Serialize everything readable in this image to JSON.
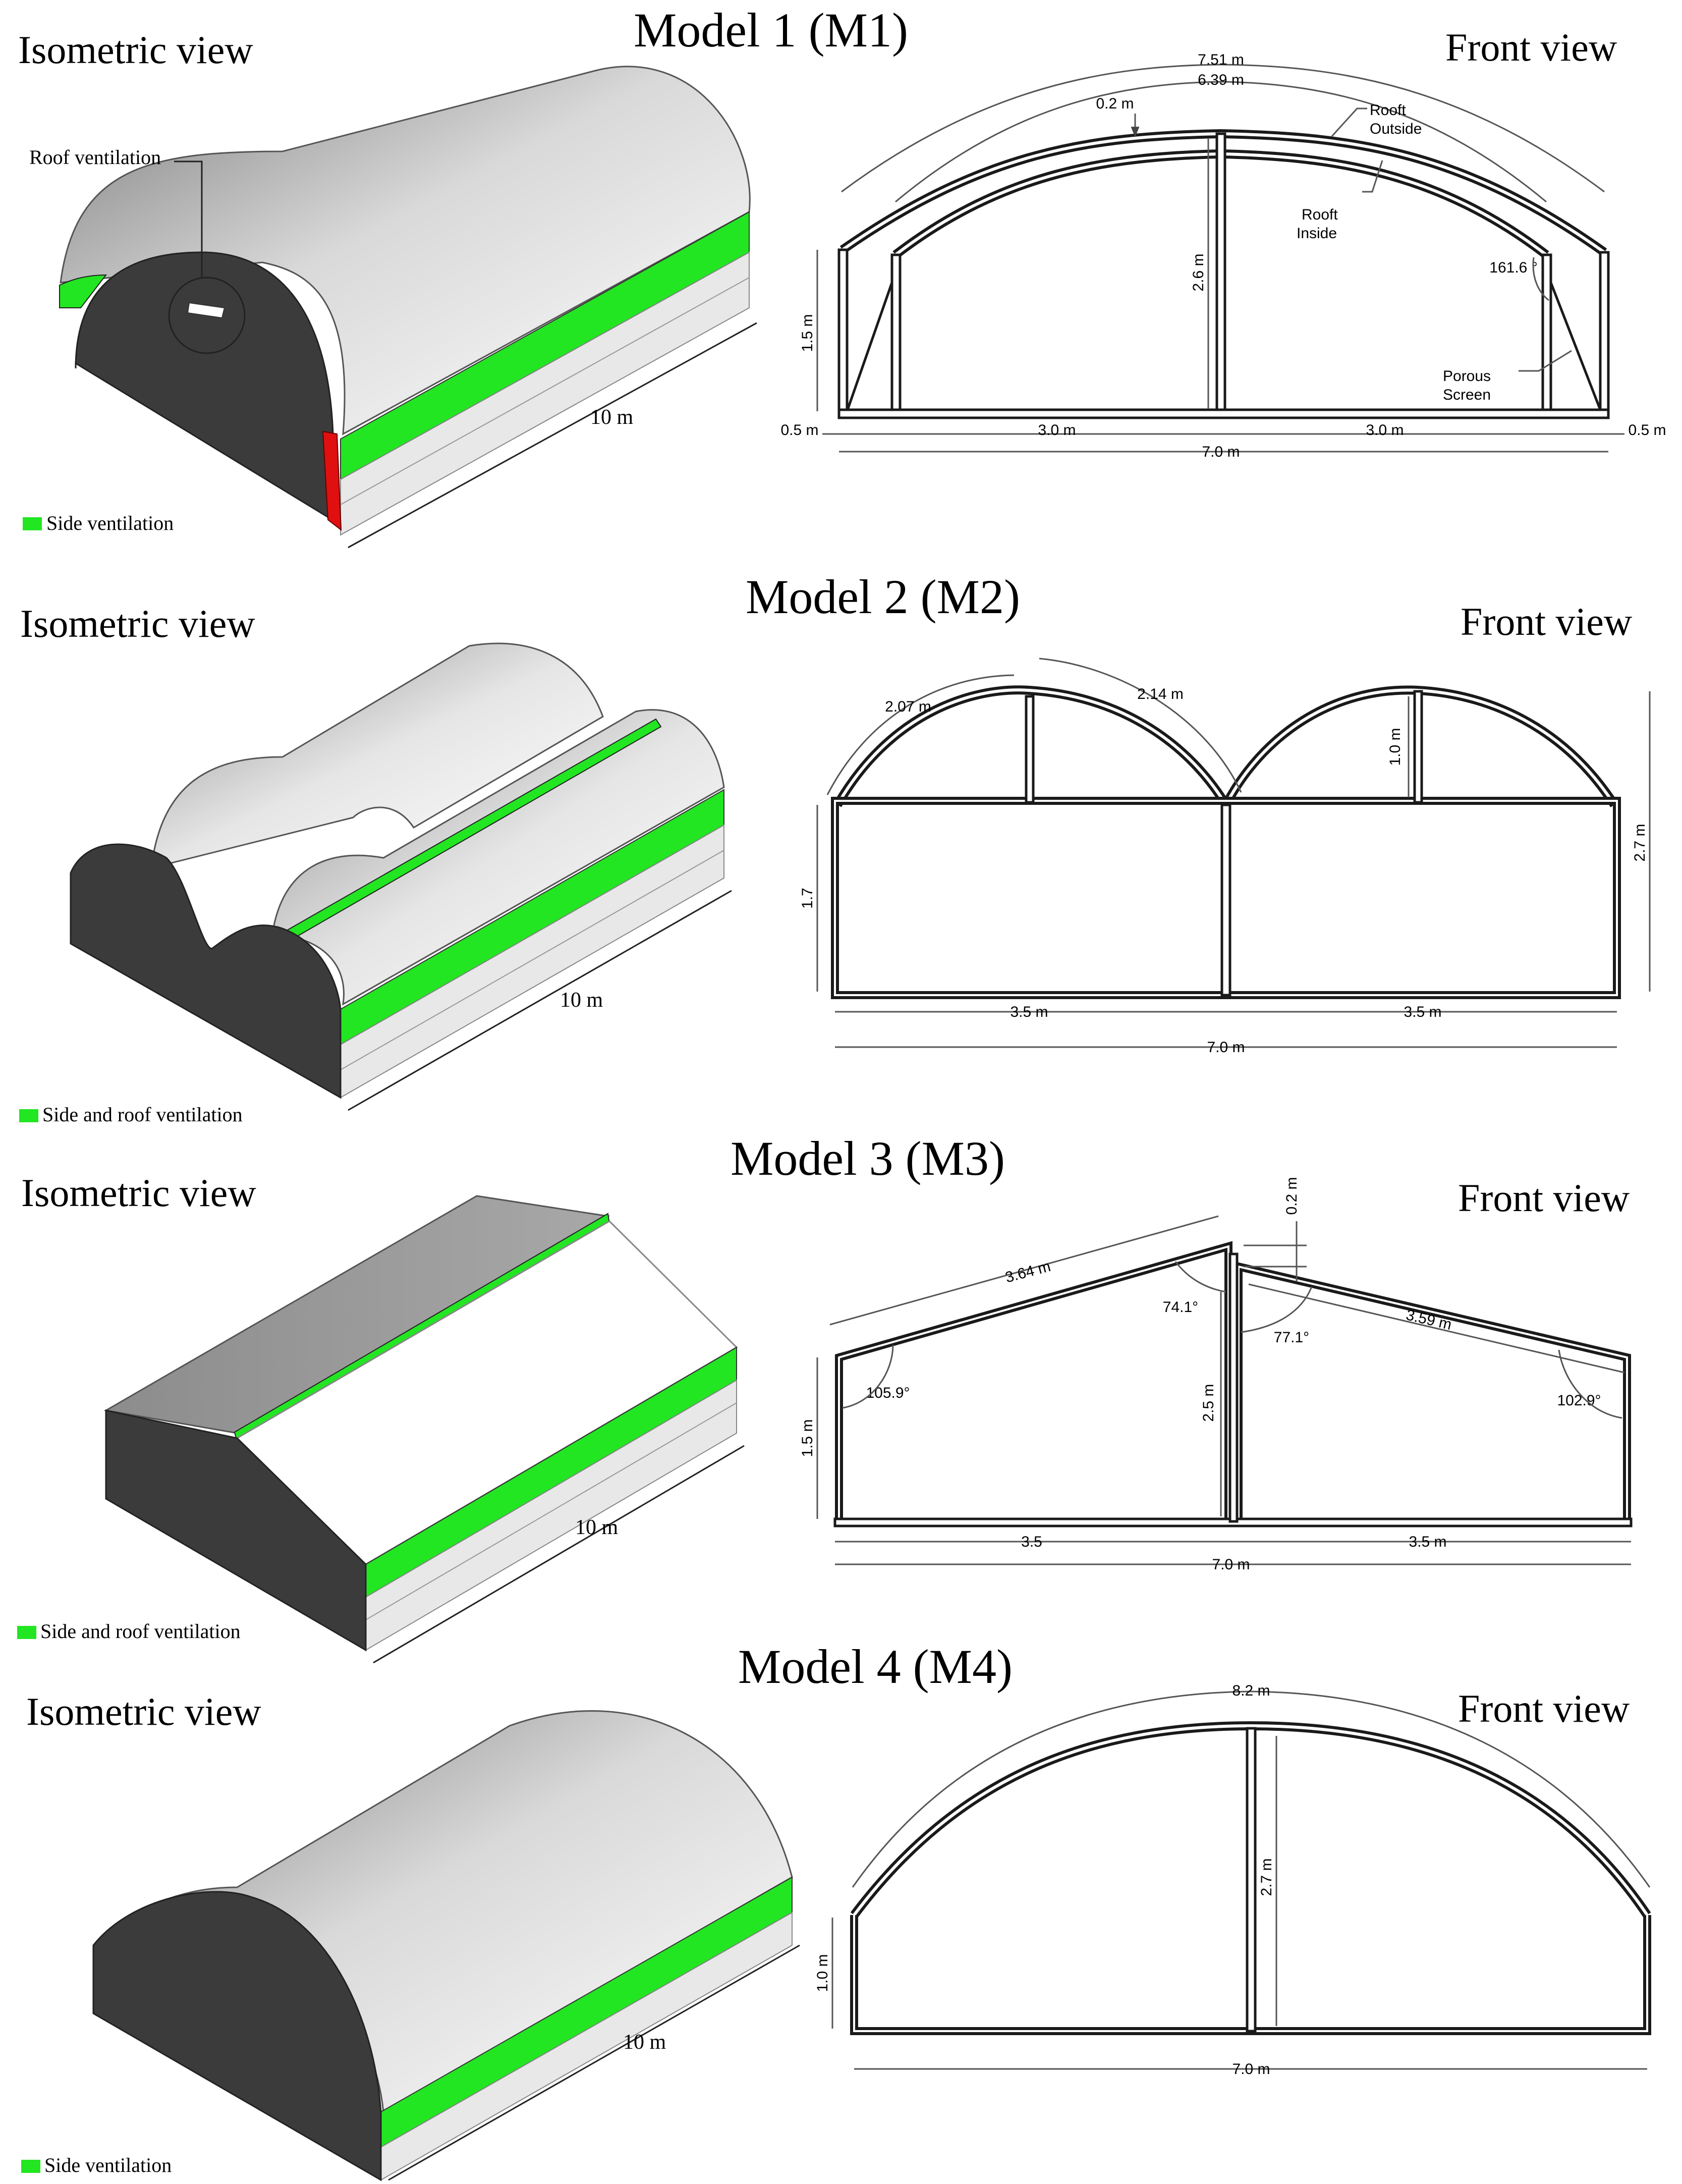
{
  "colors": {
    "ventilation": "#22e622",
    "red_edge": "#e01010",
    "dark_face": "#3b3b3b",
    "frame": "#1a1a1a",
    "dim": "#555555"
  },
  "models": [
    {
      "title": "Model 1 (M1)",
      "iso_label": "Isometric view",
      "front_label": "Front view",
      "length": "10 m",
      "legend": "Side ventilation",
      "callout": "Roof ventilation",
      "dims": {
        "outer_arc": "7.51 m",
        "inner_arc": "6.39 m",
        "gap": "0.2 m",
        "center_h": "2.6 m",
        "wall_h": "1.5 m",
        "angle": "161.6 °",
        "offset_l": "0.5 m",
        "offset_r": "0.5 m",
        "half_l": "3.0 m",
        "half_r": "3.0 m",
        "width": "7.0 m",
        "roof_out": [
          "Rooft",
          "Outside"
        ],
        "roof_in": [
          "Rooft",
          "Inside"
        ],
        "screen": [
          "Porous",
          "Screen"
        ]
      }
    },
    {
      "title": "Model 2 (M2)",
      "iso_label": "Isometric view",
      "front_label": "Front view",
      "length": "10 m",
      "legend": "Side and roof ventilation",
      "dims": {
        "arc_l": "2.07 m",
        "arc_r": "2.14 m",
        "gap": "1.0 m",
        "wall_h": "1.7",
        "total_h": "2.7 m",
        "half_l": "3.5 m",
        "half_r": "3.5 m",
        "width": "7.0 m"
      }
    },
    {
      "title": "Model 3 (M3)",
      "iso_label": "Isometric view",
      "front_label": "Front view",
      "length": "10 m",
      "legend": "Side and roof ventilation",
      "dims": {
        "slope_l": "3.64 m",
        "slope_r": "3.59 m",
        "gap": "0.2 m",
        "angle_a": "74.1°",
        "angle_b": "77.1°",
        "angle_c": "105.9°",
        "angle_d": "102.9°",
        "center_h": "2.5 m",
        "wall_h": "1.5 m",
        "half_l": "3.5",
        "half_r": "3.5 m",
        "width": "7.0 m"
      }
    },
    {
      "title": "Model 4 (M4)",
      "iso_label": "Isometric view",
      "front_label": "Front view",
      "length": "10 m",
      "legend": "Side ventilation",
      "dims": {
        "arc": "8.2 m",
        "center_h": "2.7 m",
        "wall_h": "1.0 m",
        "width": "7.0 m"
      }
    }
  ]
}
